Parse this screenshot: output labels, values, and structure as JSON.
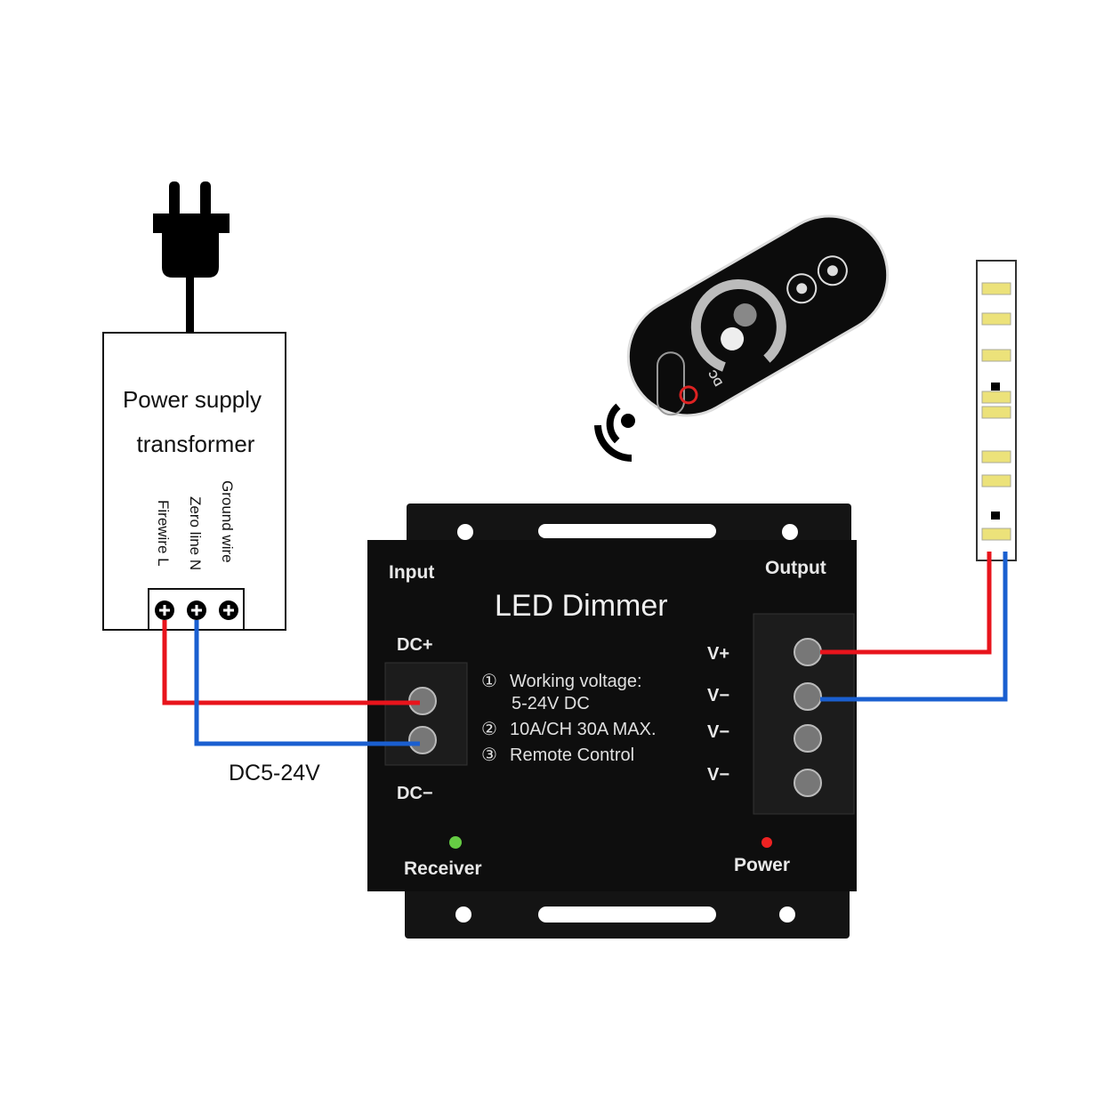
{
  "transformer": {
    "title_line1": "Power supply",
    "title_line2": "transformer",
    "terminals": [
      "Firewire L",
      "Zero line N",
      "Ground wire"
    ]
  },
  "input_voltage_label": "DC5-24V",
  "dimmer": {
    "title": "LED Dimmer",
    "input_label": "Input",
    "output_label": "Output",
    "dc_plus": "DC+",
    "dc_minus": "DC−",
    "outputs": [
      "V+",
      "V−",
      "V−",
      "V−"
    ],
    "specs": [
      {
        "num": "①",
        "text": "Working voltage:",
        "text2": "5-24V DC"
      },
      {
        "num": "②",
        "text": "10A/CH 30A MAX."
      },
      {
        "num": "③",
        "text": "Remote Control"
      }
    ],
    "receiver_label": "Receiver",
    "power_label": "Power"
  },
  "remote": {
    "label": "DC"
  },
  "colors": {
    "positive_wire": "#e8141c",
    "negative_wire": "#1a5fd0",
    "device": "#111111",
    "led": "#ece27a"
  }
}
